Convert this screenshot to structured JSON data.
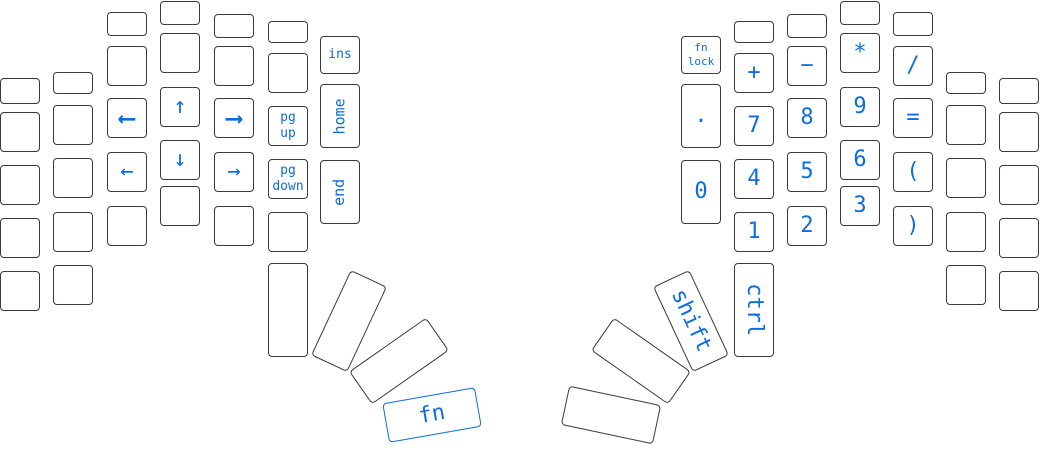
{
  "keyboard": {
    "accent_color": "#0b6de0",
    "outline_color": "#3a3a3a",
    "labels": {
      "ins": "ins",
      "home": "home",
      "end": "end",
      "pg_up": "pg\nup",
      "pg_down": "pg\ndown",
      "fn": "fn",
      "fn_lock": "fn\nlock",
      "ctrl": "ctrl",
      "shift": "shift",
      "arrow_left_bold": "⟵",
      "arrow_right_bold": "⟶",
      "arrow_up": "↑",
      "arrow_down": "↓",
      "arrow_left": "←",
      "arrow_right": "→",
      "plus": "+",
      "minus": "−",
      "asterisk": "*",
      "slash": "/",
      "dot": ".",
      "zero": "0",
      "one": "1",
      "two": "2",
      "three": "3",
      "four": "4",
      "five": "5",
      "six": "6",
      "seven": "7",
      "eight": "8",
      "nine": "9",
      "equals": "=",
      "paren_open": "(",
      "paren_close": ")"
    }
  }
}
